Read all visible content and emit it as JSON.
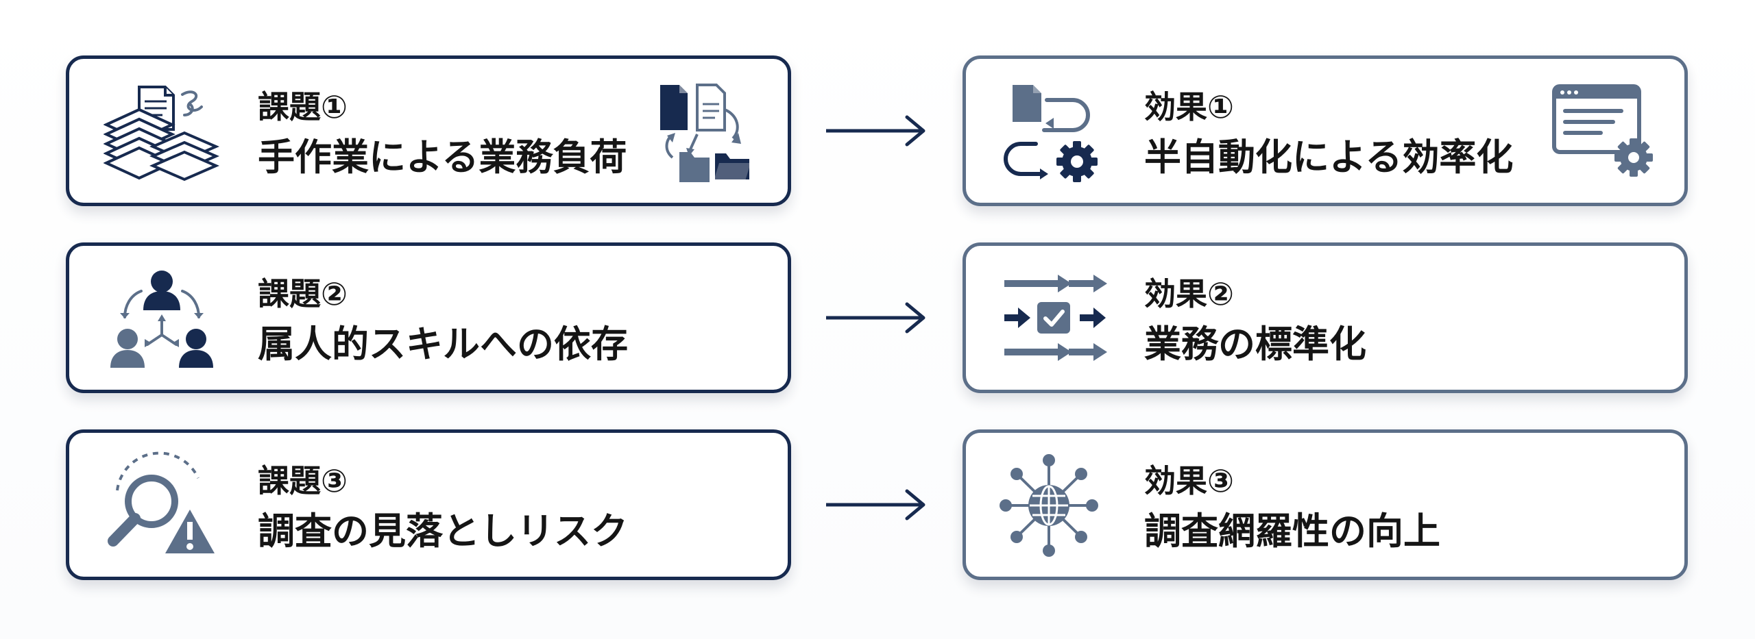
{
  "colors": {
    "dark_navy": "#172a4f",
    "slate_blue": "#5c6f89",
    "text": "#151515",
    "background": "#ffffff"
  },
  "problems": [
    {
      "label": "課題①",
      "title": "手作業による業務負荷",
      "icons": [
        "document-stack-icon",
        "file-flow-icon"
      ]
    },
    {
      "label": "課題②",
      "title": "属人的スキルへの依存",
      "icons": [
        "people-network-icon"
      ]
    },
    {
      "label": "課題③",
      "title": "調査の見落としリスク",
      "icons": [
        "search-warning-icon"
      ]
    }
  ],
  "effects": [
    {
      "label": "効果①",
      "title": "半自動化による効率化",
      "icons": [
        "automation-gear-icon",
        "window-gear-icon"
      ]
    },
    {
      "label": "効果②",
      "title": "業務の標準化",
      "icons": [
        "standardized-flow-icon"
      ]
    },
    {
      "label": "効果③",
      "title": "調査網羅性の向上",
      "icons": [
        "globe-network-icon"
      ]
    }
  ]
}
